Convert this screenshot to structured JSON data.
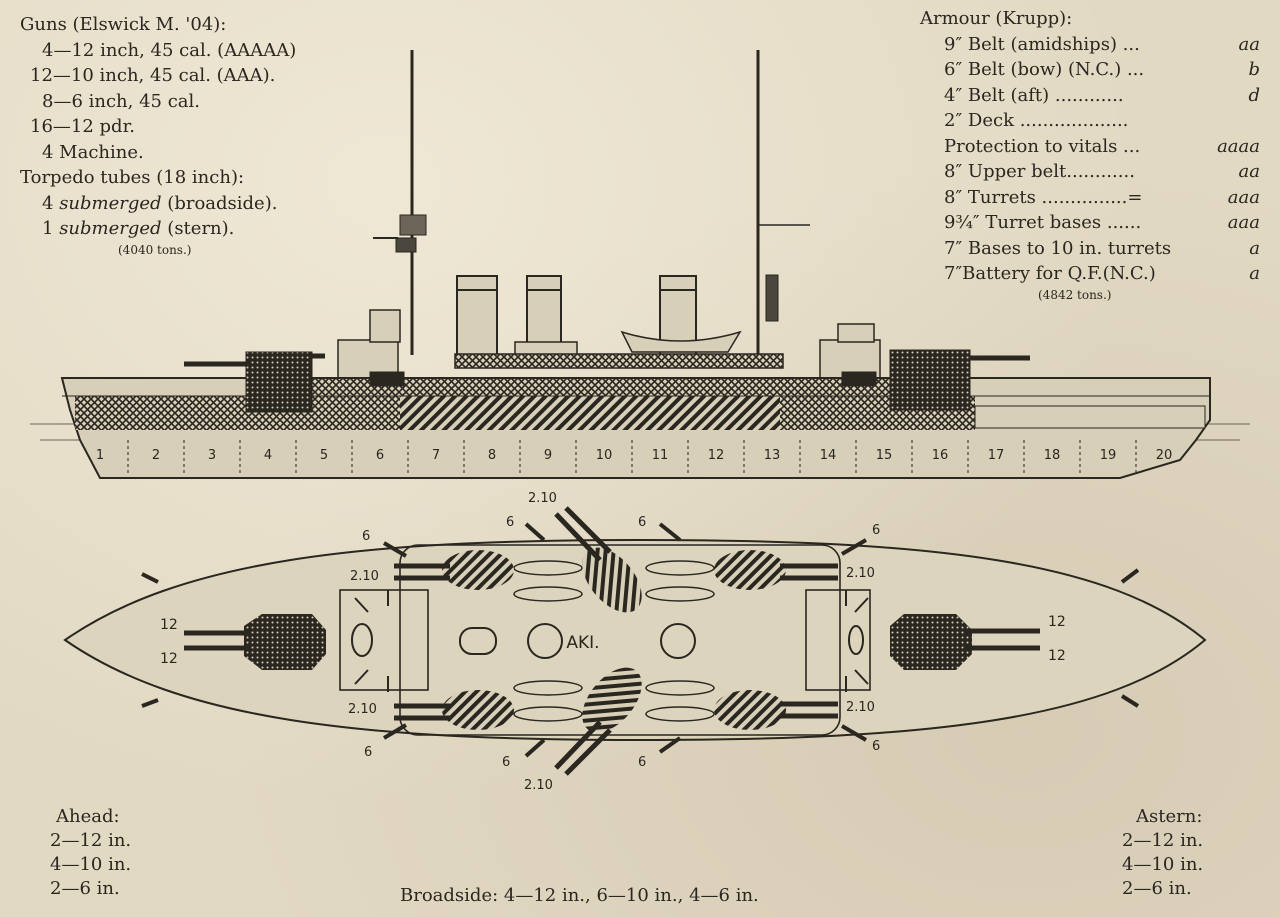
{
  "guns": {
    "title": "Guns (Elswick M. '04):",
    "lines": [
      "4—12 inch, 45 cal. (AAAAA)",
      "12—10 inch, 45 cal. (AAA).",
      "8—6 inch, 45 cal.",
      "16—12 pdr.",
      "4 Machine."
    ],
    "torpedo_title": "Torpedo tubes (18 inch):",
    "torpedo_lines": [
      {
        "count": "4",
        "kind": "submerged",
        "where": "(broadside)."
      },
      {
        "count": "1",
        "kind": "submerged",
        "where": "(stern)."
      }
    ],
    "tons": "(4040 tons.)"
  },
  "armour": {
    "title": "Armour (Krupp):",
    "rows": [
      {
        "label": "9″ Belt (amidships) ...",
        "code": "aa"
      },
      {
        "label": "6″ Belt (bow) (N.C.) ...",
        "code": "b"
      },
      {
        "label": "4″ Belt (aft) ............",
        "code": "d"
      },
      {
        "label": "2″ Deck ...................",
        "code": ""
      },
      {
        "label": "Protection to vitals ...",
        "code": "aaaa"
      },
      {
        "label": "8″ Upper belt............",
        "code": "aa"
      },
      {
        "label": "8″ Turrets ...............=",
        "code": "aaa"
      },
      {
        "label": "9¾″ Turret bases ......",
        "code": "aaa"
      },
      {
        "label": "7″ Bases to 10 in. turrets",
        "code": "a"
      },
      {
        "label": "7″Battery for Q.F.(N.C.)",
        "code": "a"
      }
    ],
    "tons": "(4842 tons.)"
  },
  "profile": {
    "sections": [
      "1",
      "2",
      "3",
      "4",
      "5",
      "6",
      "7",
      "8",
      "9",
      "10",
      "11",
      "12",
      "13",
      "14",
      "15",
      "16",
      "17",
      "18",
      "19",
      "20"
    ]
  },
  "plan": {
    "name": "AKI.",
    "labels": {
      "g12": "12",
      "g10": "2.10",
      "g6": "6"
    }
  },
  "ahead": {
    "title": "Ahead:",
    "lines": [
      "2—12 in.",
      "4—10 in.",
      "2—6 in."
    ]
  },
  "astern": {
    "title": "Astern:",
    "lines": [
      "2—12 in.",
      "4—10 in.",
      "2—6 in."
    ]
  },
  "broadside": "Broadside:  4—12 in., 6—10 in., 4—6 in."
}
